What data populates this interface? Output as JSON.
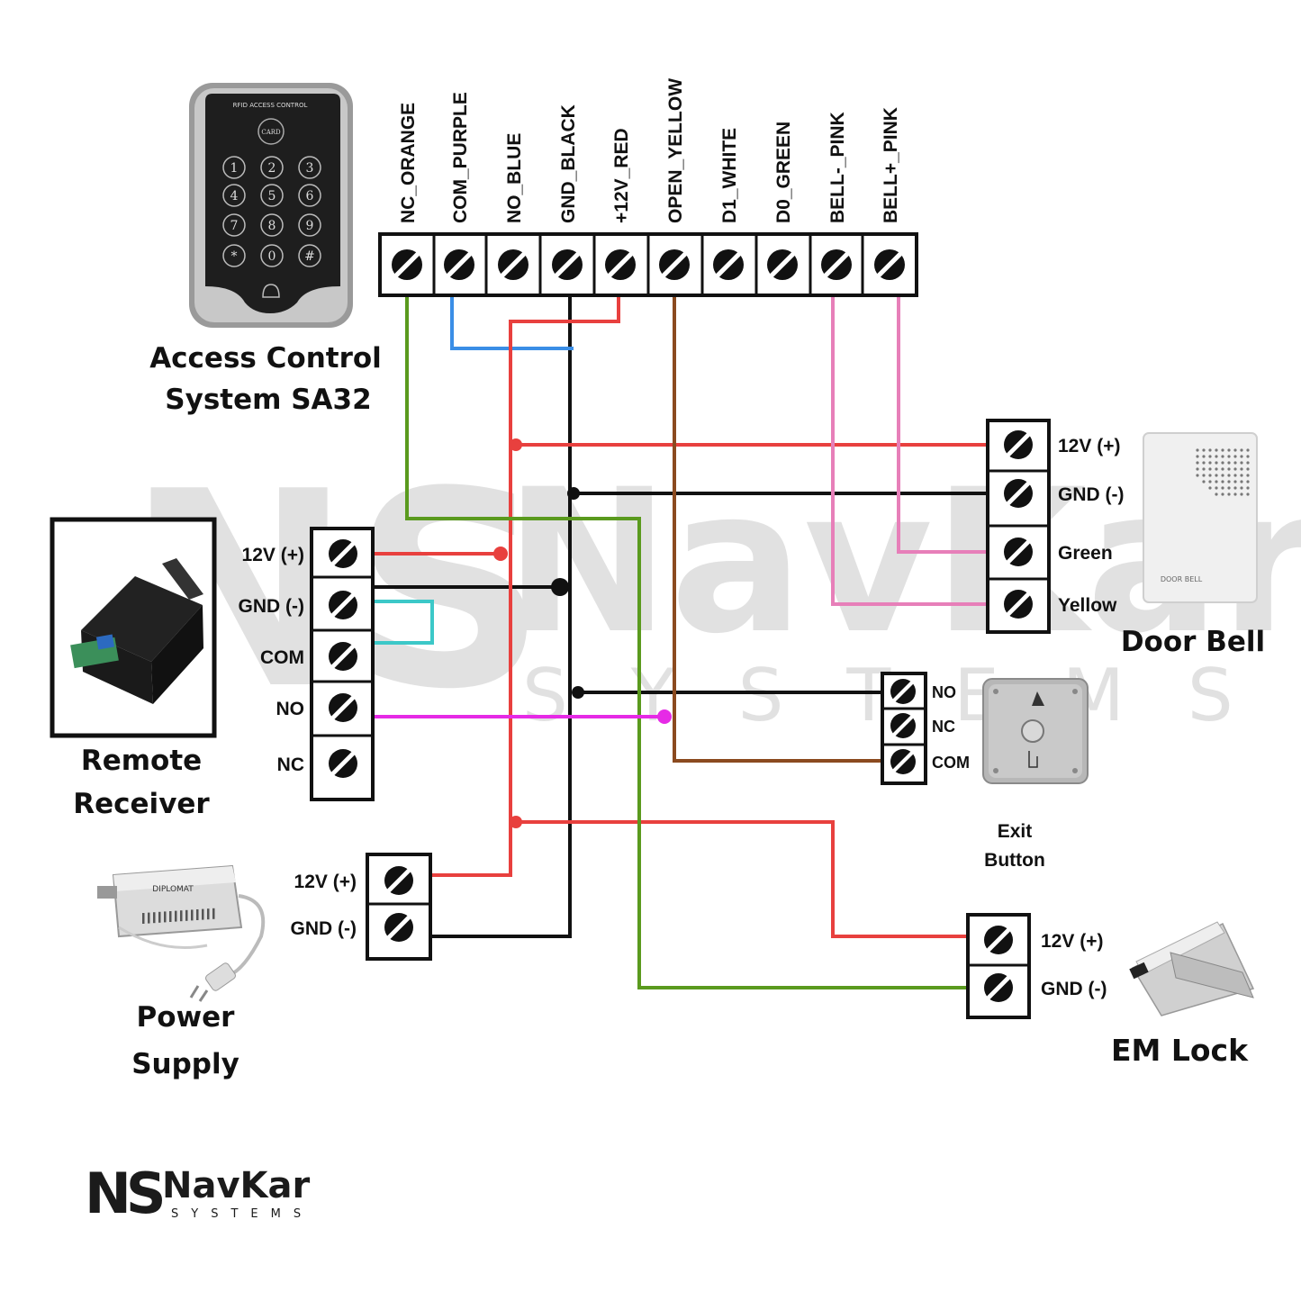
{
  "controller": {
    "terminals": [
      "NC_ORANGE",
      "COM_PURPLE",
      "NO_BLUE",
      "GND_BLACK",
      "+12V_RED",
      "OPEN_YELLOW",
      "D1_WHITE",
      "D0_GREEN",
      "BELL-_PINK",
      "BELL+_PINK"
    ],
    "title_line1": "Access Control",
    "title_line2": "System SA32",
    "device_header": "RFID ACCESS CONTROL",
    "card_label": "CARD",
    "keys": [
      "1",
      "2",
      "3",
      "4",
      "5",
      "6",
      "7",
      "8",
      "9",
      "*",
      "0",
      "#"
    ]
  },
  "door_bell": {
    "title": "Door Bell",
    "terminals": [
      "12V (+)",
      "GND (-)",
      "Green",
      "Yellow"
    ],
    "device_label": "DOOR BELL"
  },
  "remote_receiver": {
    "title_line1": "Remote",
    "title_line2": "Receiver",
    "terminals": [
      "12V (+)",
      "GND (-)",
      "COM",
      "NO",
      "NC"
    ]
  },
  "exit_button": {
    "title_line1": "Exit",
    "title_line2": "Button",
    "terminals": [
      "NO",
      "NC",
      "COM"
    ]
  },
  "power_supply": {
    "title_line1": "Power",
    "title_line2": "Supply",
    "terminals": [
      "12V (+)",
      "GND (-)"
    ],
    "device_brand": "DIPLOMAT"
  },
  "em_lock": {
    "title": "EM Lock",
    "terminals": [
      "12V (+)",
      "GND (-)"
    ]
  },
  "brand": {
    "monogram": "NS",
    "name": "NavKar",
    "tagline": "SYSTEMS"
  },
  "colors": {
    "red": "#e8403e",
    "black": "#111111",
    "green": "#5a9a1e",
    "blue": "#3a8ee6",
    "brown": "#8b4a1f",
    "pink": "#e77fb9",
    "magenta": "#e62ae6",
    "cyan": "#3cc8c8"
  }
}
